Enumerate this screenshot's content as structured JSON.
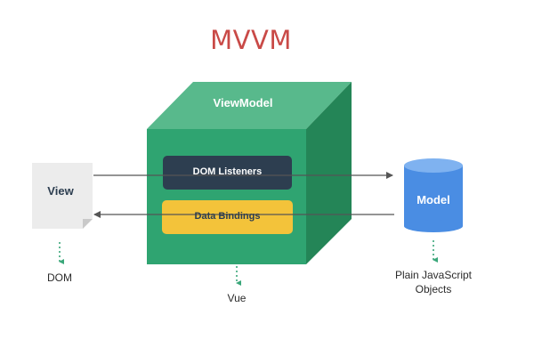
{
  "title": "MVVM",
  "viewmodel": {
    "label": "ViewModel",
    "dom_listeners": "DOM Listeners",
    "data_bindings": "Data Bindings",
    "below_label": "Vue"
  },
  "view": {
    "label": "View",
    "below_label": "DOM"
  },
  "model": {
    "label": "Model",
    "below_label_line1": "Plain JavaScript",
    "below_label_line2": "Objects"
  },
  "colors": {
    "title": "#c94a47",
    "cube_front": "#2fa471",
    "cube_top": "#58b98c",
    "cube_side": "#248557",
    "dom_listeners_bg": "#2d3e50",
    "data_bindings_bg": "#f3c33a",
    "model_blue": "#4a8de3",
    "view_doc": "#ececec",
    "arrow_gray": "#555555",
    "dotted_green": "#3aa77a"
  }
}
